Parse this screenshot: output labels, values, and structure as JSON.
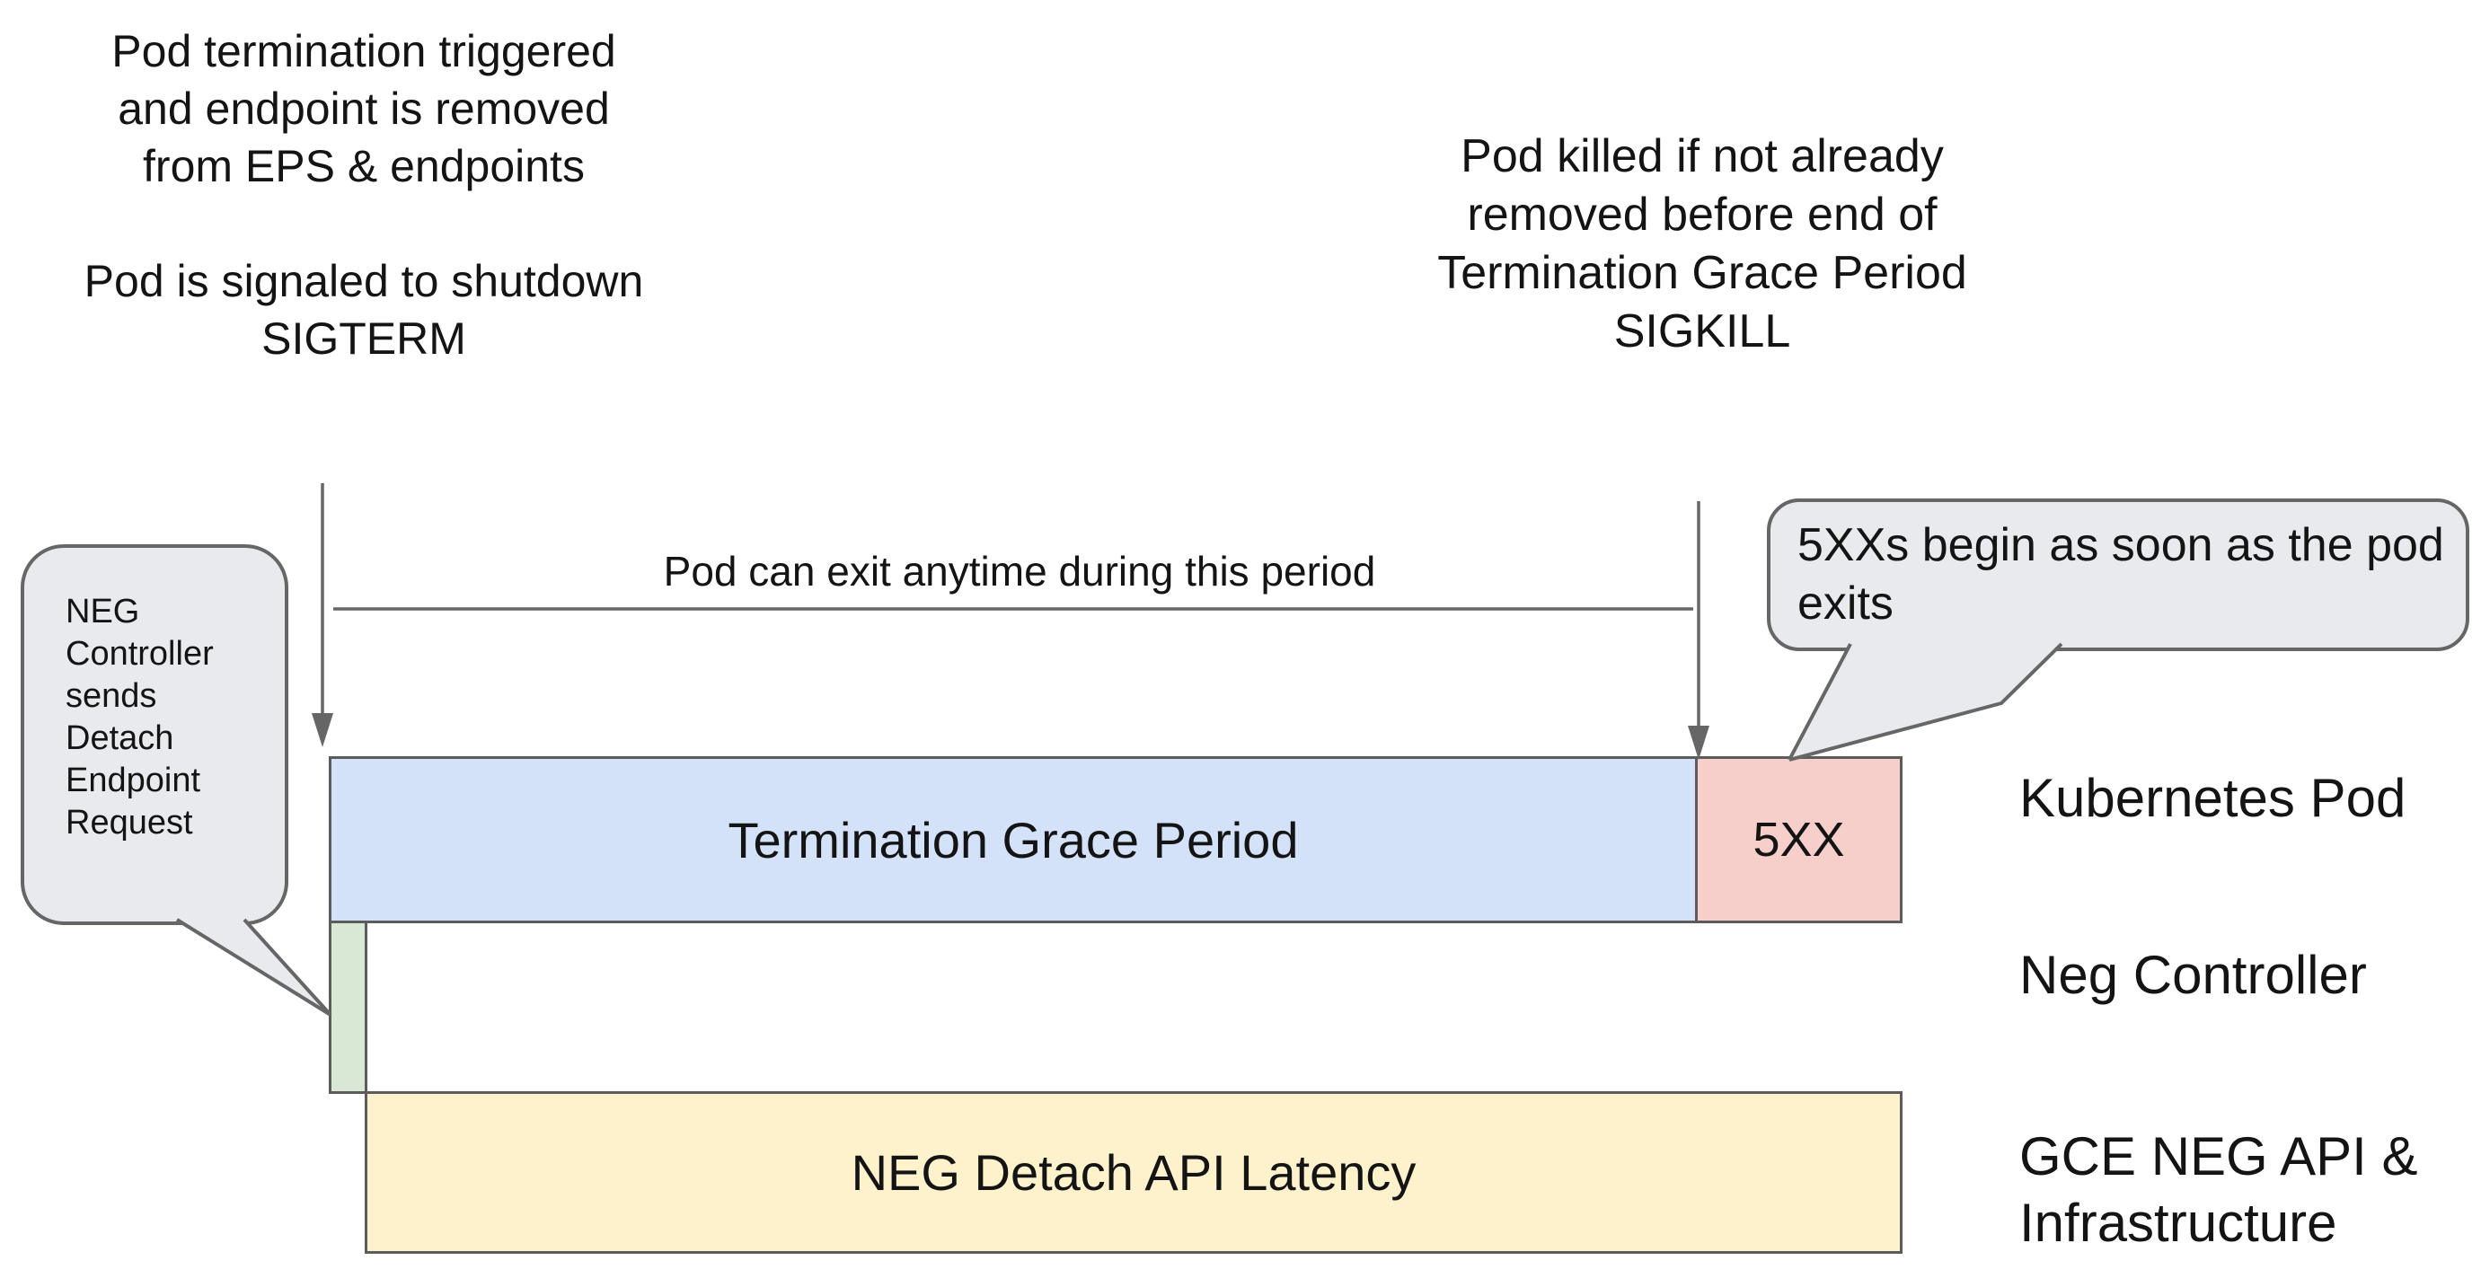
{
  "notes": {
    "top_left_para1": [
      "Pod termination triggered",
      "and endpoint is removed",
      "from EPS & endpoints"
    ],
    "top_left_para2": [
      "Pod is signaled to shutdown",
      "SIGTERM"
    ],
    "top_right": [
      "Pod killed if not already",
      "removed before end of",
      "Termination Grace Period",
      "SIGKILL"
    ]
  },
  "callouts": {
    "left": "NEG Controller sends Detach Endpoint Request",
    "right": "5XXs begin as soon as the pod exits"
  },
  "timeline": {
    "period_label": "Pod can exit anytime during this period",
    "rows": [
      {
        "label": "Kubernetes Pod",
        "bar_primary": "Termination Grace Period",
        "bar_secondary": "5XX"
      },
      {
        "label": "Neg Controller",
        "bar_primary": "",
        "bar_secondary": ""
      },
      {
        "label": "GCE NEG API & Infrastructure",
        "bar_primary": "NEG Detach API Latency",
        "bar_secondary": ""
      }
    ]
  },
  "colors": {
    "grace_period_bar": "#d3e2f8",
    "error_bar": "#f6cfcb",
    "neg_controller_bar": "#d9e8d5",
    "api_latency_bar": "#fdf2cc",
    "callout_fill": "#e8eaed",
    "line": "#666666",
    "bar_border": "#5c5c5c",
    "text": "#141414"
  }
}
